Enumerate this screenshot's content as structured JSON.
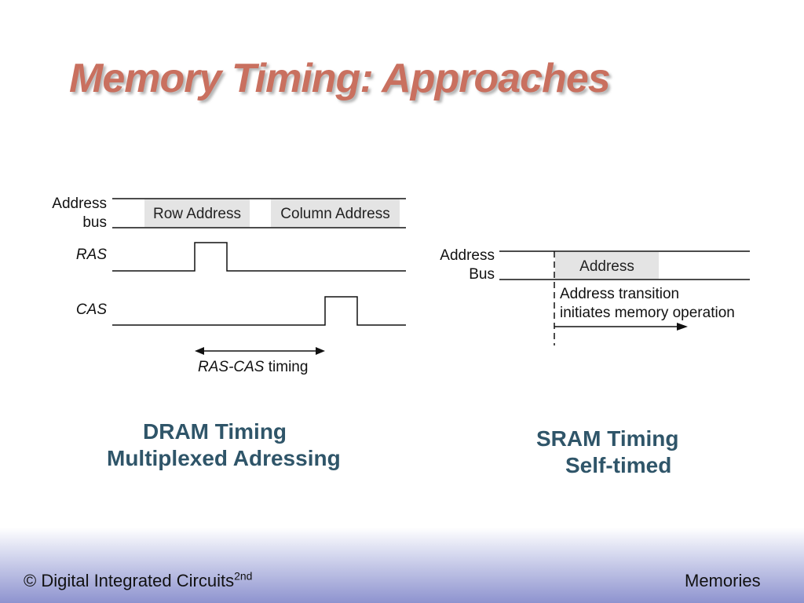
{
  "title": "Memory Timing: Approaches",
  "dram": {
    "address_label_line1": "Address",
    "address_label_line2": "bus",
    "row_address": "Row Address",
    "column_address": "Column Address",
    "ras_label": "RAS",
    "cas_label": "CAS",
    "timing_label_italic": "RAS-CAS",
    "timing_label_rest": " timing",
    "caption_line1": "DRAM Timing",
    "caption_line2": "Multiplexed Adressing"
  },
  "sram": {
    "address_label_line1": "Address",
    "address_label_line2": "Bus",
    "address_box": "Address",
    "note_line1": "Address transition",
    "note_line2": "initiates memory operation",
    "caption_line1": "SRAM Timing",
    "caption_line2": "Self-timed"
  },
  "footer": {
    "left_text": "© Digital Integrated Circuits",
    "left_sup": "2nd",
    "right_text": "Memories"
  },
  "colors": {
    "title": "#c9705f",
    "caption": "#2f5569",
    "box_fill": "#e4e4e4",
    "footer_gradient_end": "#8e93cf"
  }
}
